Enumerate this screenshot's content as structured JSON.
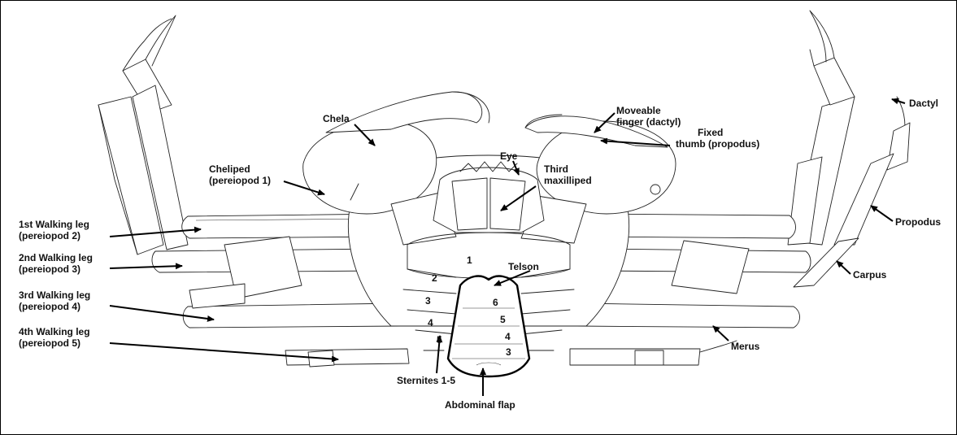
{
  "labels": {
    "chela": "Chela",
    "moveable_finger": [
      "Moveable",
      "finger (dactyl)"
    ],
    "fixed_thumb": [
      "Fixed",
      "thumb (propodus)"
    ],
    "dactyl": "Dactyl",
    "eye": "Eye",
    "third_maxilliped": [
      "Third",
      "maxilliped"
    ],
    "cheliped": [
      "Cheliped",
      "(pereiopod 1)"
    ],
    "walking_leg_1": [
      "1st Walking leg",
      "(pereiopod 2)"
    ],
    "walking_leg_2": [
      "2nd Walking leg",
      "(pereiopod 3)"
    ],
    "walking_leg_3": [
      "3rd Walking leg",
      "(pereiopod 4)"
    ],
    "walking_leg_4": [
      "4th Walking leg",
      "(pereiopod 5)"
    ],
    "propodus": "Propodus",
    "carpus": "Carpus",
    "telson": "Telson",
    "merus": "Merus",
    "sternites": "Sternites 1-5",
    "abdominal_flap": "Abdominal flap"
  },
  "sternite_numbers": [
    "1",
    "2",
    "3",
    "4",
    "5"
  ],
  "abdominal_segment_numbers": [
    "6",
    "5",
    "4",
    "3"
  ],
  "colors": {
    "line": "#000000",
    "background": "#ffffff"
  }
}
